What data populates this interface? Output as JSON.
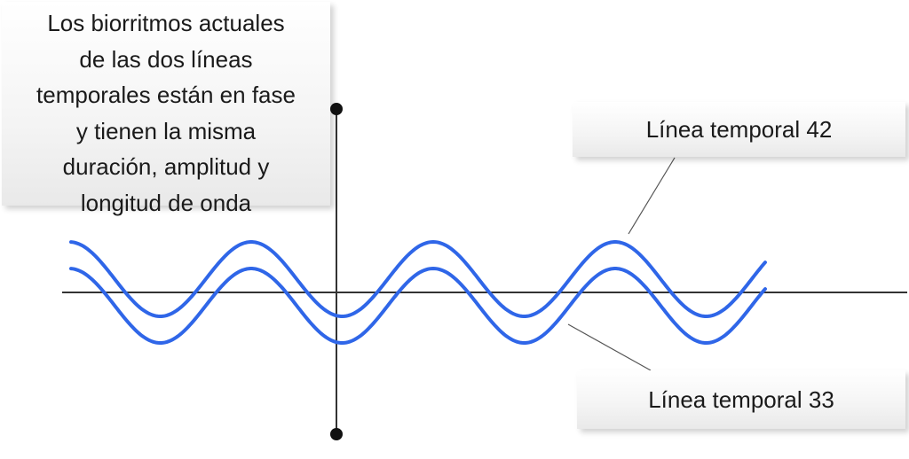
{
  "description_box": {
    "lines": [
      "Los biorritmos actuales",
      "de las dos líneas",
      "temporales están en fase",
      "y tienen la misma",
      "duración, amplitud y",
      "longitud de onda"
    ]
  },
  "labels": {
    "timeline_42": "Línea temporal 42",
    "timeline_33": "Línea temporal 33"
  },
  "colors": {
    "wave": "#2f66e8",
    "axis": "#333333",
    "leader": "#555555"
  },
  "waves": [
    {
      "name": "",
      "amplitude": 1,
      "phase": 0,
      "offset": 0.5
    },
    {
      "name": "",
      "amplitude": 1,
      "phase": 0,
      "offset": -0.5
    }
  ]
}
